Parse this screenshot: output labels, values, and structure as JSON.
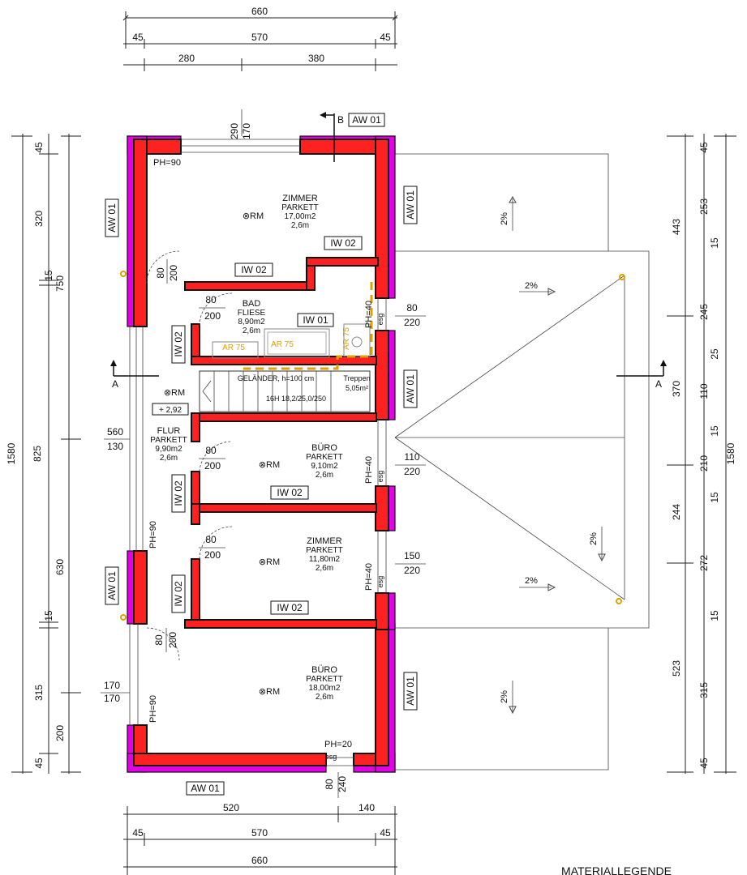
{
  "top_dims": {
    "total": "660",
    "segments": [
      "45",
      "570",
      "45"
    ],
    "split": [
      "280",
      "380"
    ]
  },
  "bottom_dims": {
    "split": [
      "520",
      "140"
    ],
    "segments": [
      "45",
      "570",
      "45"
    ],
    "total": "660"
  },
  "left_dims": {
    "total": "1580",
    "outer": [
      "750",
      "825",
      "630",
      "200"
    ],
    "inner": [
      "45",
      "320",
      "15",
      "15",
      "315",
      "45"
    ]
  },
  "right_dims": {
    "total": "1580",
    "outer": [
      "443",
      "370",
      "244",
      "523"
    ],
    "inner": [
      "45",
      "253",
      "15",
      "245",
      "25",
      "110",
      "15",
      "210",
      "15",
      "272",
      "15",
      "315",
      "45"
    ]
  },
  "wall_tags": {
    "aw": "AW 01",
    "iw02": "IW 02",
    "iw01": "IW 01"
  },
  "rooms": [
    {
      "name": "ZIMMER",
      "floor": "PARKETT",
      "area": "17,00m2",
      "height": "2,6m"
    },
    {
      "name": "BAD",
      "floor": "FLIESE",
      "area": "8,90m2",
      "height": "2,6m"
    },
    {
      "name": "FLUR",
      "floor": "PARKETT",
      "area": "9,90m2",
      "height": "2,6m"
    },
    {
      "name": "BÜRO",
      "floor": "PARKETT",
      "area": "9,10m2",
      "height": "2,6m"
    },
    {
      "name": "ZIMMER",
      "floor": "PARKETT",
      "area": "11,80m2",
      "height": "2,6m"
    },
    {
      "name": "BÜRO",
      "floor": "PARKETT",
      "area": "18,00m2",
      "height": "2,6m"
    }
  ],
  "rm": "⊗RM",
  "labels": {
    "ph90": "PH=90",
    "ph40": "PH=40",
    "ph20": "PH=20",
    "esg": "esg",
    "level": "+ 2,92",
    "stair_rail": "GELÄNDER, h=100 cm",
    "stair_steps": "16H 18,2/25,0/250",
    "treppe": "Treppen",
    "treppe_area": "5,05m²",
    "ar75": "AR 75",
    "pct": "2%",
    "section_a": "A",
    "section_b": "B"
  },
  "openings": {
    "top_window": [
      "290",
      "170"
    ],
    "door_80_200": [
      "80",
      "200"
    ],
    "bath_window": [
      "80",
      "220"
    ],
    "buero_window": [
      "110",
      "220"
    ],
    "zimmer_window": [
      "150",
      "220"
    ],
    "flur_window": [
      "560",
      "130"
    ],
    "lower_left_window": [
      "170",
      "170"
    ],
    "bottom_door": [
      "80",
      "240"
    ]
  },
  "footer_text": "MATERIALLEGENDE"
}
